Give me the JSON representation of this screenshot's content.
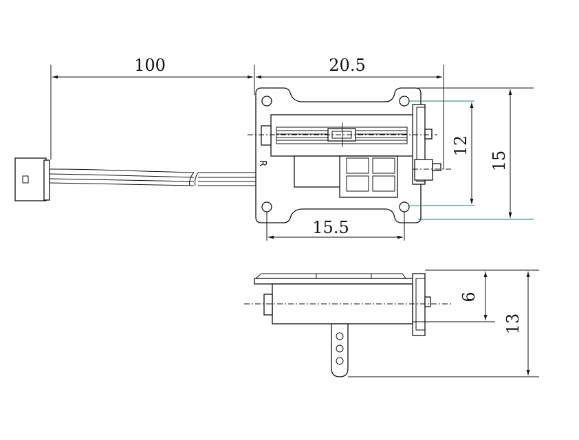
{
  "dimensions": {
    "cable_length": "100",
    "body_width": "20.5",
    "hole_spacing_horizontal": "15.5",
    "hole_spacing_vertical": "12",
    "body_height": "15",
    "side_body_height": "6",
    "side_total_height": "13"
  },
  "labels": {
    "r_mark": "R"
  }
}
